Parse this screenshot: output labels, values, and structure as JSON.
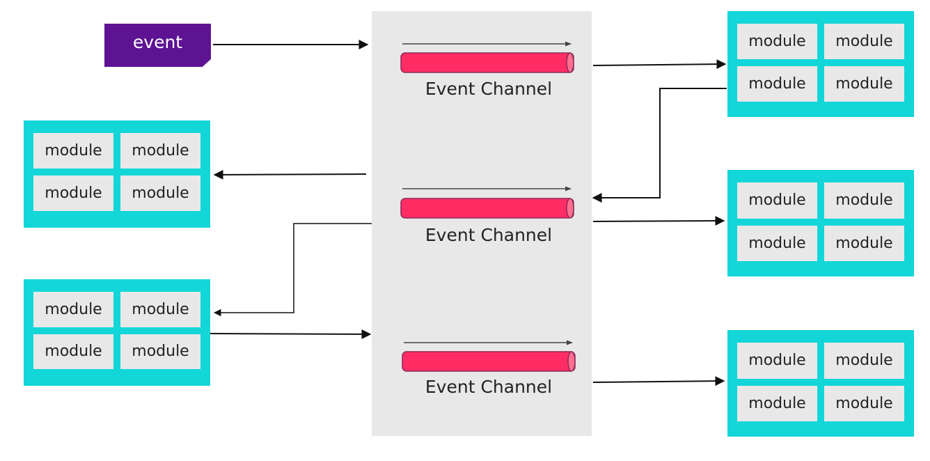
{
  "event": {
    "label": "event"
  },
  "channels": [
    {
      "label": "Event Channel"
    },
    {
      "label": "Event Channel"
    },
    {
      "label": "Event Channel"
    }
  ],
  "processors": [
    {
      "modules": [
        "module",
        "module",
        "module",
        "module"
      ]
    },
    {
      "modules": [
        "module",
        "module",
        "module",
        "module"
      ]
    },
    {
      "modules": [
        "module",
        "module",
        "module",
        "module"
      ]
    },
    {
      "modules": [
        "module",
        "module",
        "module",
        "module"
      ]
    },
    {
      "modules": [
        "module",
        "module",
        "module",
        "module"
      ]
    }
  ],
  "colors": {
    "event": "#5e1393",
    "channel": "#ff2d63",
    "processor": "#12d6d8",
    "module": "#e8e8e8",
    "mediator": "#e8e8e8"
  }
}
